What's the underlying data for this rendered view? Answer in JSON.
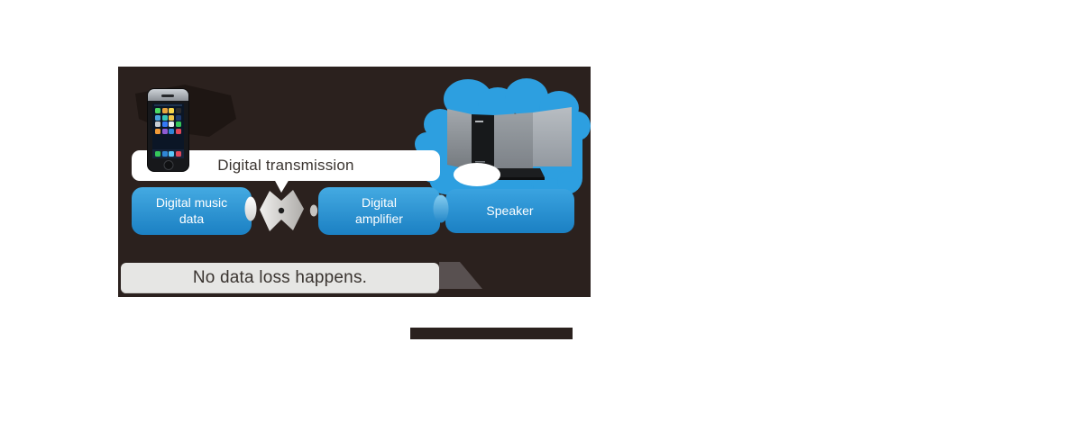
{
  "diagram": {
    "banner": {
      "label": "Digital transmission"
    },
    "nodes": [
      {
        "id": "digital-music-data",
        "label": "Digital music\ndata"
      },
      {
        "id": "digital-amplifier",
        "label": "Digital\namplifier"
      },
      {
        "id": "speaker",
        "label": "Speaker"
      }
    ],
    "caption": {
      "label": "No data loss happens."
    },
    "icons": [
      {
        "name": "iphone-image"
      },
      {
        "name": "audio-system-image"
      },
      {
        "name": "sound-cloud-shape"
      },
      {
        "name": "wireless-signal-icon"
      },
      {
        "name": "connector-lens-white"
      },
      {
        "name": "connector-lens-blue"
      },
      {
        "name": "flow-arrow"
      }
    ],
    "colors": {
      "panel_bg": "#2b211e",
      "node_blue_top": "#44aae2",
      "node_blue_bottom": "#1b80c3",
      "cloud_blue": "#2d9fe0",
      "caption_bar_gray": "#e6e6e4",
      "arrow_gray": "#585050",
      "banner_bg": "#ffffff",
      "text_dark": "#3a3430",
      "text_light": "#ffffff"
    },
    "phone": {
      "app_icon_colors": [
        "#4cd964",
        "#e8a33d",
        "#f7d64a",
        "#2c2c2e",
        "#4aa3df",
        "#37c5b5",
        "#f0c64a",
        "#1f3a6e",
        "#c8ced4",
        "#3478f6",
        "#e9eef2",
        "#34c759",
        "#f09a37",
        "#8e5bd4",
        "#2f86d6",
        "#e0485a"
      ],
      "dock_icon_colors": [
        "#35c75a",
        "#2f86d6",
        "#5ac8fa",
        "#e0485a"
      ]
    }
  }
}
